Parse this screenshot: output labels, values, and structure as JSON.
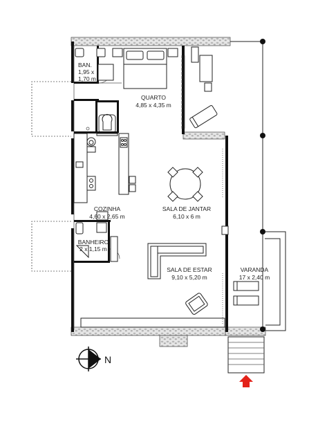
{
  "rooms": {
    "banheiro_suite": {
      "name": "BAN.",
      "dims_line1": "1,95 x",
      "dims_line2": "1,70 m"
    },
    "quarto": {
      "name": "QUARTO",
      "dims": "4,85 x 4,35 m"
    },
    "cozinha": {
      "name": "COZINHA",
      "dims": "4,60 x 2,65 m"
    },
    "banheiro": {
      "name": "BANHEIRO",
      "dims": "2 x 1,15 m"
    },
    "sala_jantar": {
      "name": "SALA DE JANTAR",
      "dims": "6,10 x 6 m"
    },
    "sala_estar": {
      "name": "SALA DE ESTAR",
      "dims": "9,10 x 5,20 m"
    },
    "varanda": {
      "name": "VARANDA",
      "dims": "17 x 2,40 m"
    }
  },
  "compass": {
    "label": "N"
  },
  "colors": {
    "entrance_arrow": "#e32219",
    "walls": "#111111",
    "stone": "#bdbdbd"
  },
  "icons": [
    "compass-icon",
    "entrance-arrow-icon"
  ]
}
